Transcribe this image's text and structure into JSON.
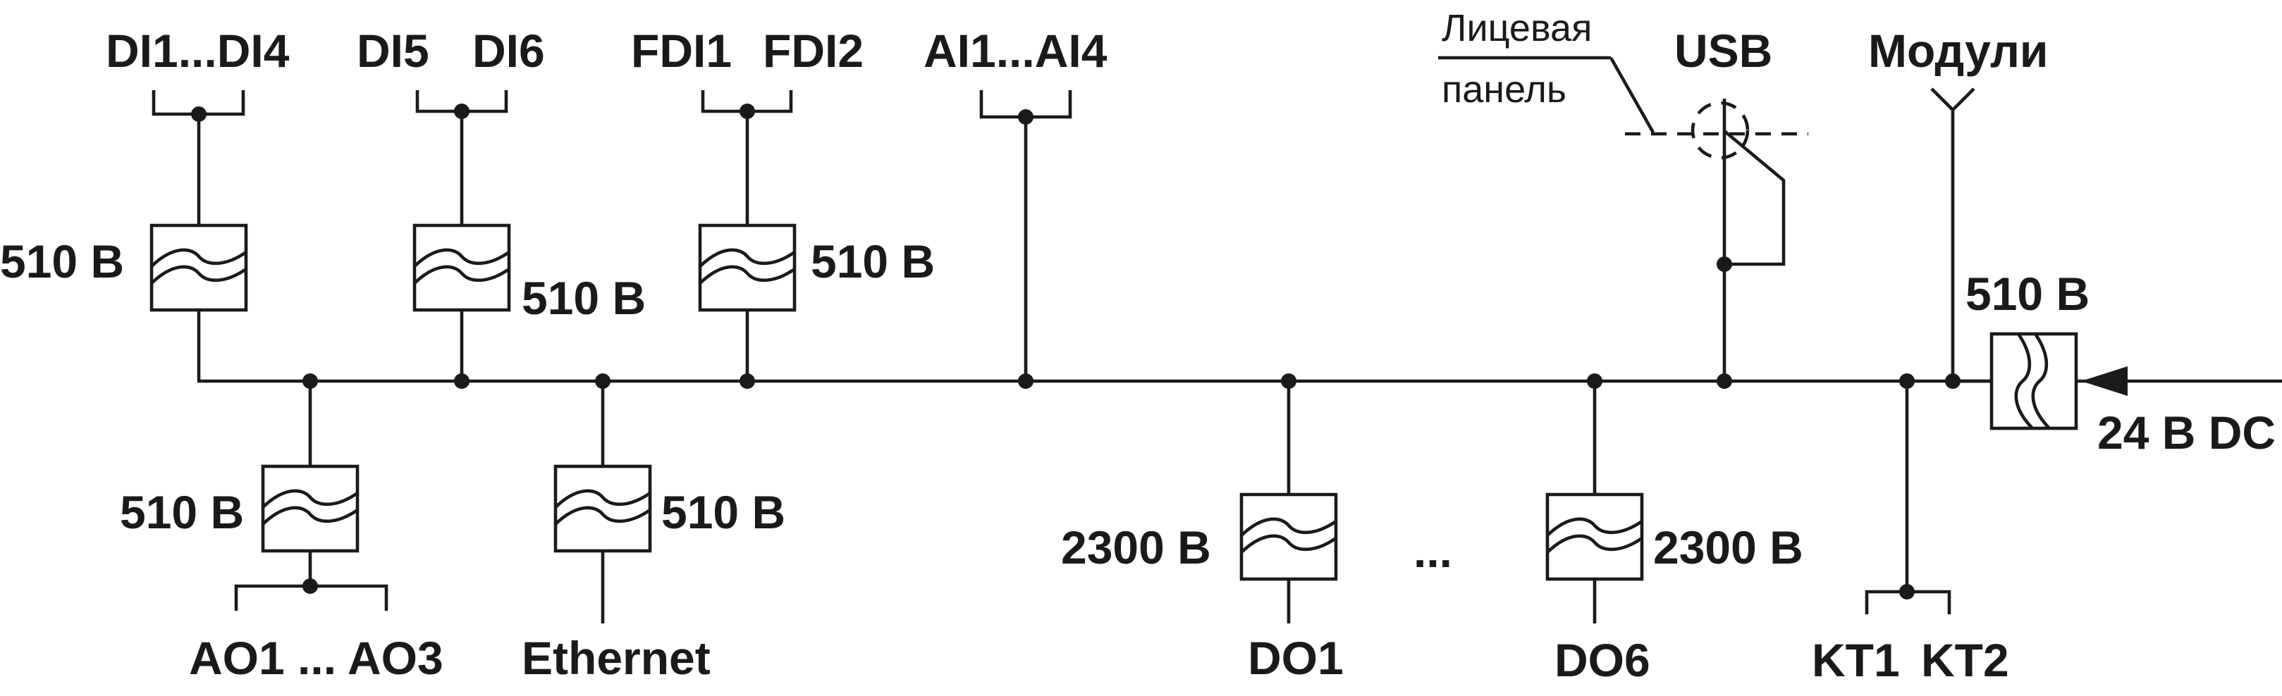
{
  "labels": {
    "di1_4": "DI1...DI4",
    "di5": "DI5",
    "di6": "DI6",
    "fdi1": "FDI1",
    "fdi2": "FDI2",
    "ai1_4": "AI1...AI4",
    "front_panel_1": "Лицевая",
    "front_panel_2": "панель",
    "usb": "USB",
    "modules": "Модули",
    "v510": "510 В",
    "v2300": "2300 В",
    "ao1_3": "AO1 ... AO3",
    "ethernet": "Ethernet",
    "do1": "DO1",
    "do6": "DO6",
    "ellipsis": "...",
    "kt1": "KT1",
    "kt2": "KT2",
    "dc24": "24 В DC"
  },
  "icons": {
    "isolator": "isolation-barrier-icon",
    "junction": "junction-dot-icon",
    "antenna": "module-connector-icon",
    "arrow": "power-input-arrow-icon"
  }
}
